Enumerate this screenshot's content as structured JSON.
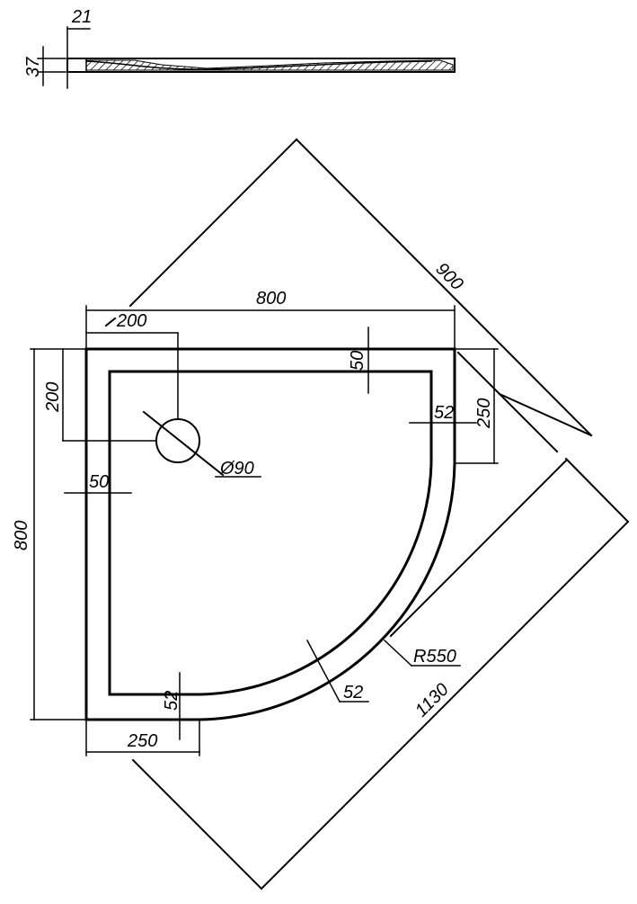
{
  "drawing": {
    "subject": "quarter-round shower tray",
    "colors": {
      "line": "#000000",
      "background": "#ffffff",
      "hatch": "#000000"
    },
    "profile": {
      "total_height": "37",
      "rim_height": "21"
    },
    "plan": {
      "outer_width": "800",
      "outer_depth": "800",
      "diagonal_edge": "900",
      "diagonal_overall": "1130",
      "drain_offset_x": "200",
      "drain_offset_y": "200",
      "drain_diameter": "Ø90",
      "rim_left": "50",
      "rim_top": "50",
      "rim_right_edge": "52",
      "rim_bottom_edge": "52",
      "rim_arc": "52",
      "straight_leg_right": "250",
      "straight_leg_bottom": "250",
      "arc_radius": "R550"
    }
  }
}
